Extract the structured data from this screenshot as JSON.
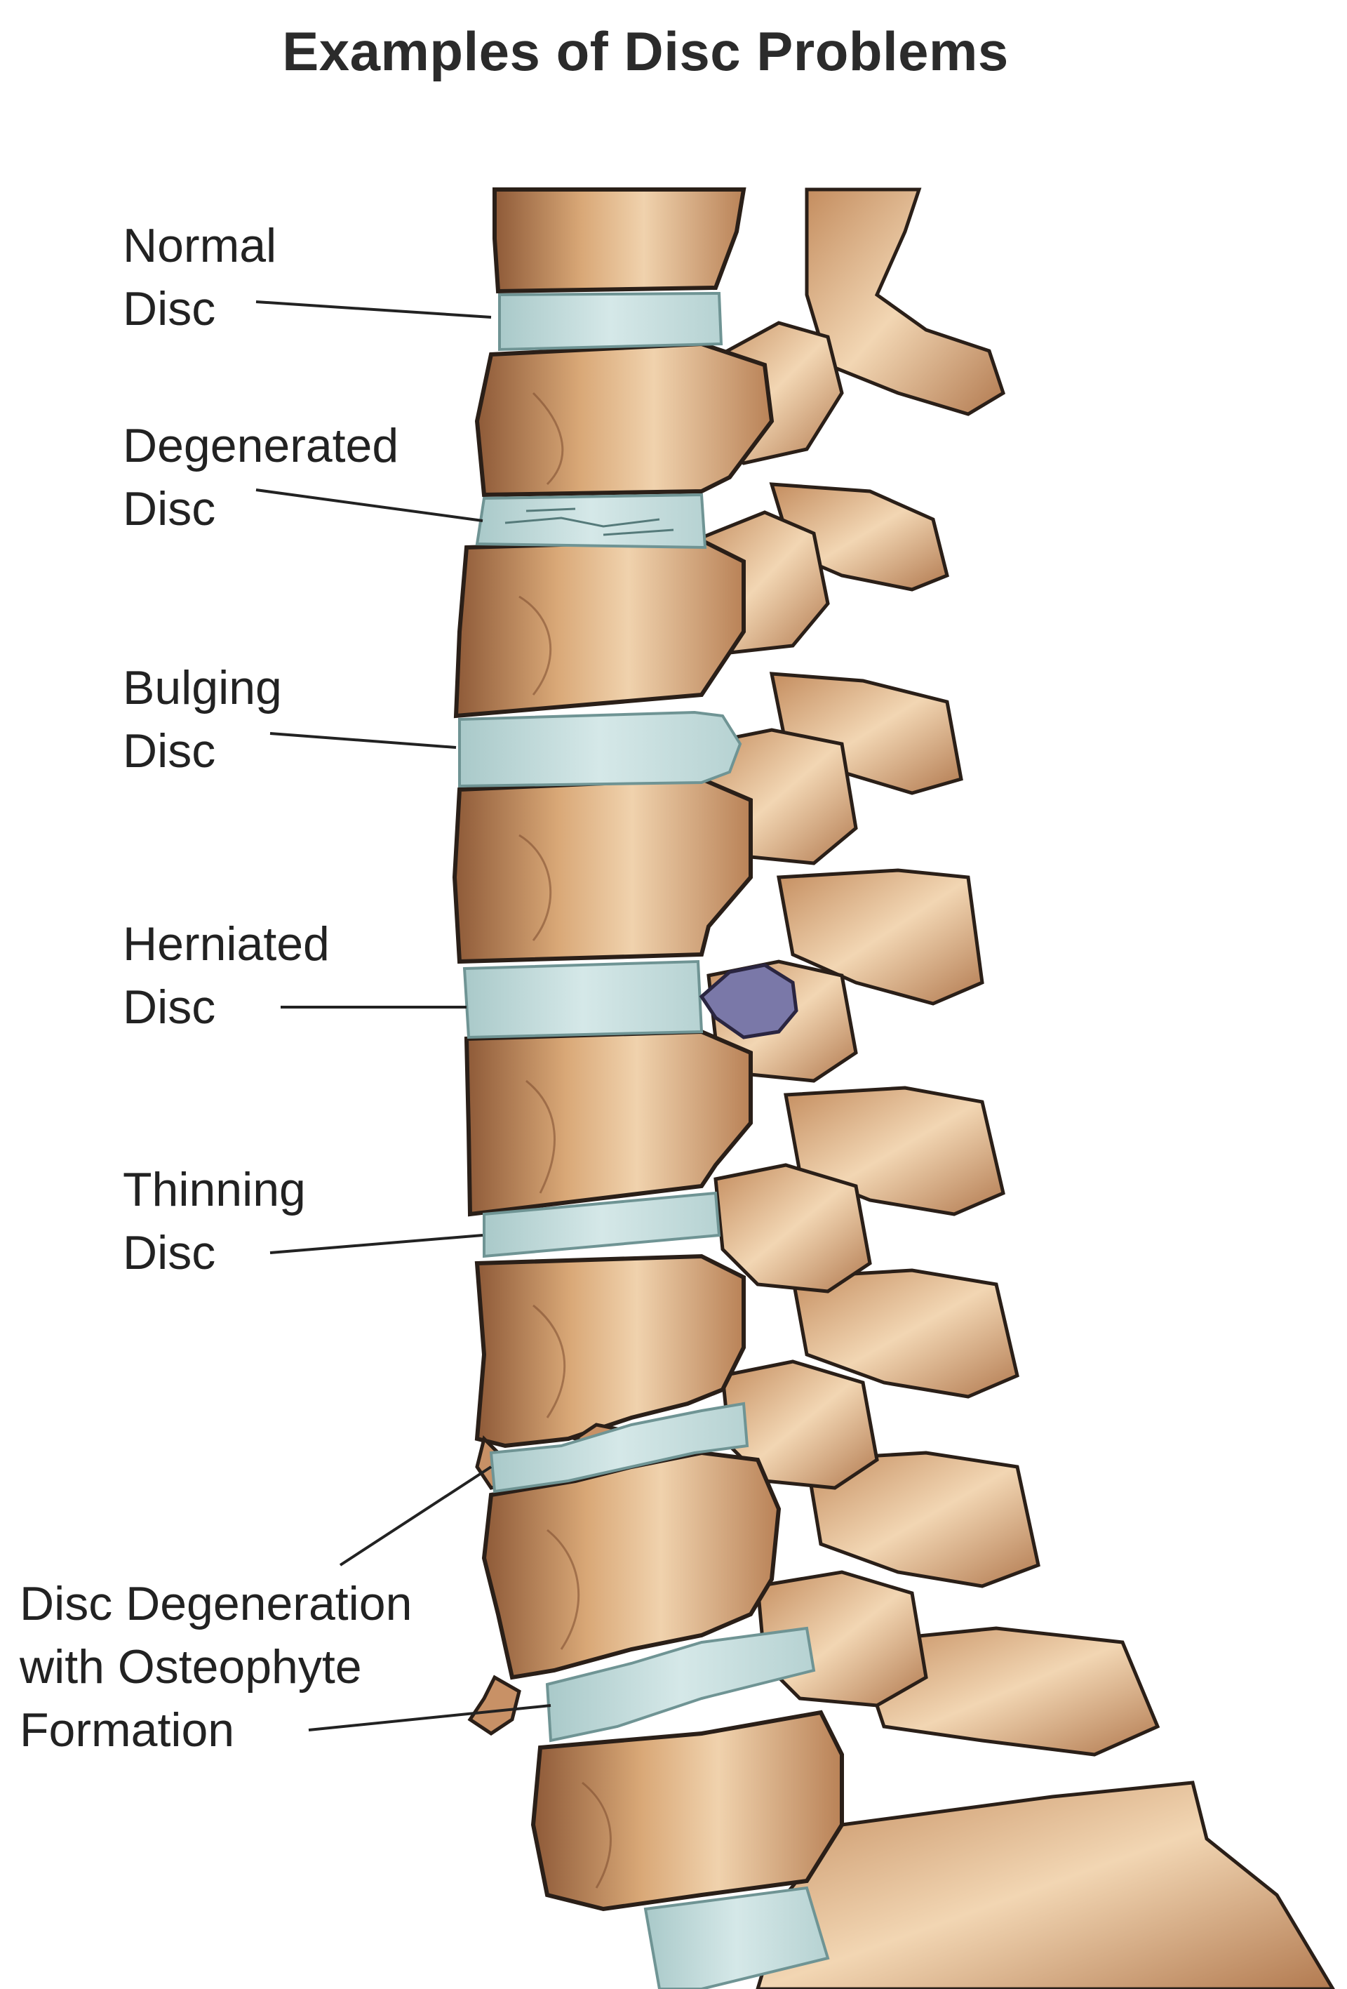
{
  "title": "Examples of Disc Problems",
  "labels": [
    {
      "id": "normal",
      "lines": [
        "Normal",
        "Disc"
      ]
    },
    {
      "id": "degenerated",
      "lines": [
        "Degenerated",
        "Disc"
      ]
    },
    {
      "id": "bulging",
      "lines": [
        "Bulging",
        "Disc"
      ]
    },
    {
      "id": "herniated",
      "lines": [
        "Herniated",
        "Disc"
      ]
    },
    {
      "id": "thinning",
      "lines": [
        "Thinning",
        "Disc"
      ]
    },
    {
      "id": "osteophyte",
      "lines": [
        "Disc Degeneration",
        "with Osteophyte",
        "Formation"
      ]
    }
  ],
  "colors": {
    "bone": "#d9a877",
    "bone_dark": "#9c6a45",
    "bone_light": "#f0d2ad",
    "disc": "#c6dede",
    "disc_edge": "#8fb3b3",
    "herniation": "#7a78a8",
    "outline": "#2a1f18",
    "leader": "#222222"
  }
}
